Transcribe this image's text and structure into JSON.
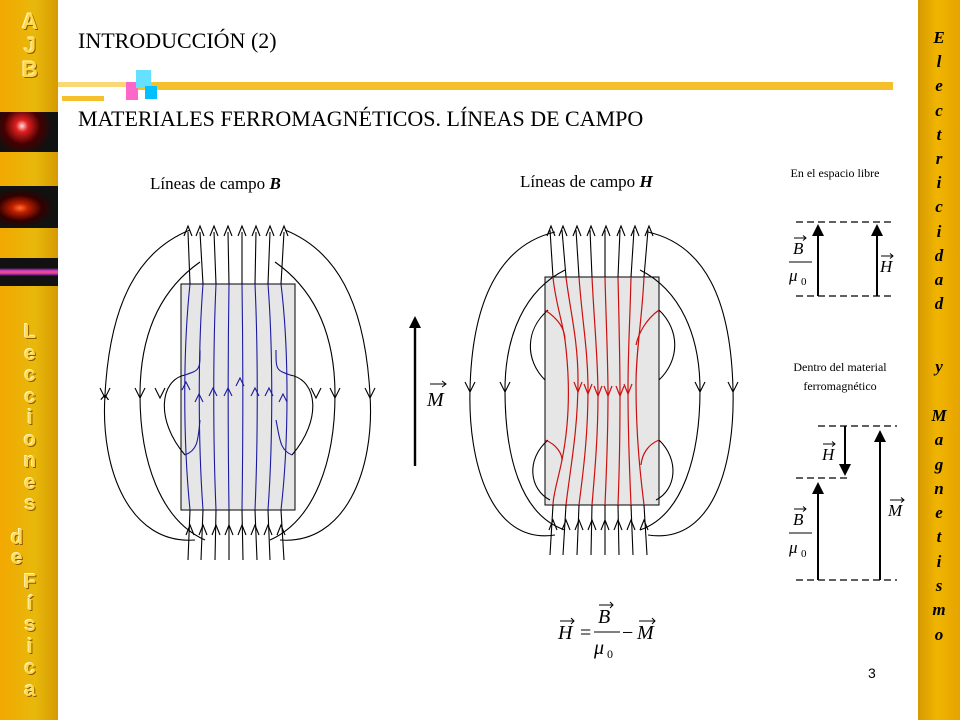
{
  "sidebar_left": {
    "letters_top": [
      "A",
      "J",
      "B"
    ],
    "letters_mid": [
      "L",
      "e",
      "c",
      "c",
      "i",
      "o",
      "n",
      "e",
      "s"
    ],
    "letters_de": [
      "d",
      "e"
    ],
    "letters_bottom": [
      "F",
      "í",
      "s",
      "i",
      "c",
      "a"
    ]
  },
  "sidebar_right": {
    "letters_top": [
      "E",
      "l",
      "e",
      "c",
      "t",
      "r",
      "i",
      "c",
      "i",
      "d",
      "a",
      "d"
    ],
    "letters_y": [
      "y"
    ],
    "letters_bottom": [
      "M",
      "a",
      "g",
      "n",
      "e",
      "t",
      "i",
      "s",
      "m",
      "o"
    ]
  },
  "header": {
    "title": "INTRODUCCIÓN (2)",
    "subtitle": "MATERIALES FERROMAGNÉTICOS. LÍNEAS DE CAMPO"
  },
  "diagram": {
    "label_b_prefix": "Líneas de campo ",
    "label_b_symbol": "B",
    "label_h_prefix": "Líneas de campo ",
    "label_h_symbol": "H",
    "m_symbol": "M",
    "free_space_label": "En el espacio libre",
    "inside_material_label_1": "Dentro del material",
    "inside_material_label_2": "ferromagnético",
    "b_symbol": "B",
    "mu_symbol": "μ",
    "mu_sub": "0",
    "h_symbol": "H",
    "equals": "=",
    "minus": "−",
    "colors": {
      "b_lines": "#1a1aa0",
      "h_lines": "#cc1010",
      "material_fill": "#e6e6e6"
    }
  },
  "footer": {
    "page_number": "3"
  }
}
